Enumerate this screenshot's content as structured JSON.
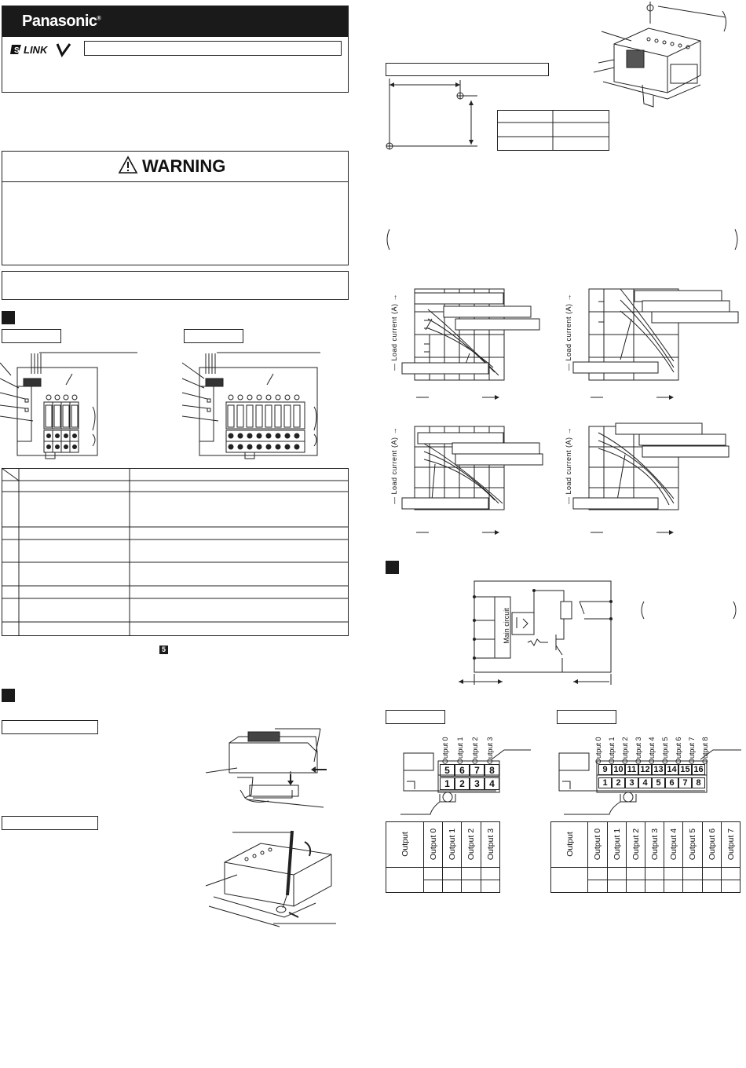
{
  "header": {
    "brand": "Panasonic",
    "registered_mark": "®",
    "product_logo": "S-LINK V"
  },
  "warning": {
    "title": "WARNING",
    "icon": "warning-triangle-icon"
  },
  "sections": {
    "inline_ref_number": "5"
  },
  "charts": {
    "ylabel": "Load current (A)"
  },
  "circuit": {
    "main_label": "Main circuit"
  },
  "terminals_4": {
    "outputs": [
      "Output 0",
      "Output 1",
      "Output 2",
      "Output 3"
    ],
    "top_numbers": [
      "5",
      "6",
      "7",
      "8"
    ],
    "bottom_numbers": [
      "1",
      "2",
      "3",
      "4"
    ]
  },
  "terminals_8": {
    "outputs": [
      "Output 0",
      "Output 1",
      "Output 2",
      "Output 3",
      "Output 4",
      "Output 5",
      "Output 6",
      "Output 7",
      "Output 8"
    ],
    "top_numbers": [
      "9",
      "10",
      "11",
      "12",
      "13",
      "14",
      "15",
      "16"
    ],
    "bottom_numbers": [
      "1",
      "2",
      "3",
      "4",
      "5",
      "6",
      "7",
      "8"
    ]
  },
  "table_4": {
    "row_header": "Output",
    "columns": [
      "Output 0",
      "Output 1",
      "Output 2",
      "Output 3"
    ]
  },
  "table_8": {
    "row_header": "Output",
    "columns": [
      "Output 0",
      "Output 1",
      "Output 2",
      "Output 3",
      "Output 4",
      "Output 5",
      "Output 6",
      "Output 7"
    ]
  }
}
